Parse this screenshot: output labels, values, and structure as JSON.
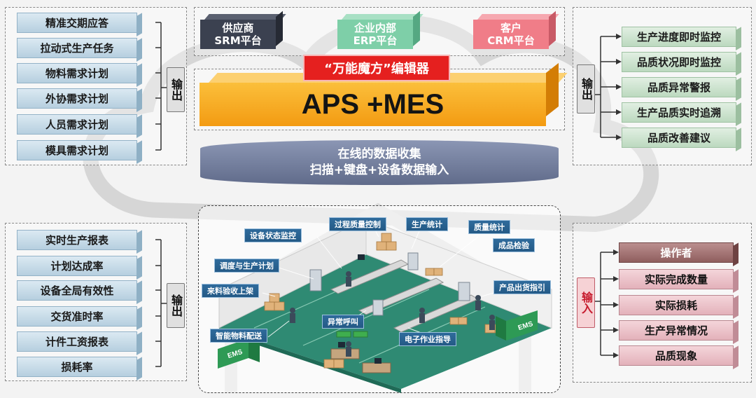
{
  "top_left": {
    "label": "输出",
    "items": [
      "精准交期应答",
      "拉动式生产任务",
      "物料需求计划",
      "外协需求计划",
      "人员需求计划",
      "模具需求计划"
    ]
  },
  "bottom_left": {
    "label": "输出",
    "items": [
      "实时生产报表",
      "计划达成率",
      "设备全局有效性",
      "交货准时率",
      "计件工资报表",
      "损耗率"
    ]
  },
  "top_right": {
    "label": "输出",
    "items": [
      "生产进度即时监控",
      "品质状况即时监控",
      "品质异常警报",
      "生产品质实时追溯",
      "品质改善建议"
    ]
  },
  "bottom_right": {
    "label": "输入",
    "header": "操作者",
    "items": [
      "实际完成数量",
      "实际损耗",
      "生产异常情况",
      "品质现象"
    ]
  },
  "platforms": [
    {
      "line1": "供应商",
      "line2": "SRM平台"
    },
    {
      "line1": "企业内部",
      "line2": "ERP平台"
    },
    {
      "line1": "客户",
      "line2": "CRM平台"
    }
  ],
  "editor": "“万能魔方”编辑器",
  "core": "APS +MES",
  "data_collection": {
    "line1": "在线的数据收集",
    "line2": "扫描+键盘+设备数据输入"
  },
  "factory_callouts": [
    "设备状态监控",
    "过程质量控制",
    "生产统计",
    "质量统计",
    "成品检验",
    "调度与生产计划",
    "来料验收上架",
    "产品出货指引",
    "异常呼叫",
    "智能物料配送",
    "电子作业指导"
  ],
  "ems_labels": [
    "EMS",
    "EMS"
  ],
  "colors": {
    "accent_red": "#e5201f",
    "core_orange": "#f39b12",
    "cylinder": "#6f7a99",
    "callout_blue": "#2f6b9c",
    "floor_green": "#2f8a73"
  }
}
